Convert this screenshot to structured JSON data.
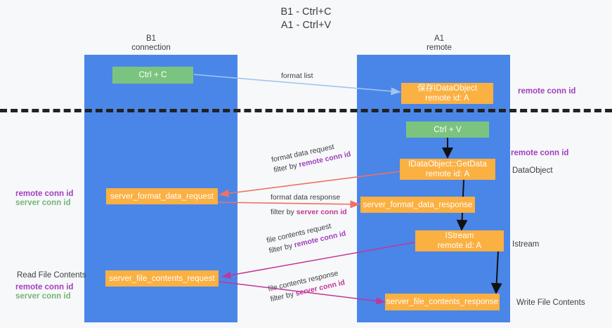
{
  "title": "B1 - Ctrl+C\nA1 - Ctrl+V",
  "columns": [
    {
      "name": "b1",
      "header": "B1\nconnection"
    },
    {
      "name": "a1",
      "header": "A1\nremote"
    }
  ],
  "nodes": {
    "ctrl_c": {
      "label": "Ctrl + C",
      "color": "#7bc47f"
    },
    "save_idataobject": {
      "label": "保存IDataObject\nremote id: A",
      "color": "#fbb042"
    },
    "ctrl_v": {
      "label": "Ctrl + V",
      "color": "#7bc47f"
    },
    "idataobject_getdata": {
      "label": "IDataObject::GetData\nremote id: A",
      "color": "#fbb042"
    },
    "server_format_data_request": {
      "label": "server_format_data_request",
      "color": "#fbb042"
    },
    "server_format_data_response": {
      "label": "server_format_data_response",
      "color": "#fbb042"
    },
    "istream": {
      "label": "IStream\nremote id: A",
      "color": "#fbb042"
    },
    "server_file_contents_request": {
      "label": "server_file_contents_request",
      "color": "#fbb042"
    },
    "server_file_contents_response": {
      "label": "server_file_contents_response",
      "color": "#fbb042"
    }
  },
  "edge_labels": {
    "format_list": "format list",
    "format_data_request_l1": "format data request",
    "format_data_request_l2_prefix": "filter by ",
    "format_data_request_l2_key": "remote conn id",
    "format_data_response_l1": "format data response",
    "format_data_response_l2_prefix": "filter by ",
    "format_data_response_l2_key": "server conn id",
    "file_contents_request_l1": "file contents request",
    "file_contents_request_l2_prefix": "filter by ",
    "file_contents_request_l2_key": "remote conn id",
    "file_contents_response_l1": "file contents response",
    "file_contents_response_l2_prefix": "filter by ",
    "file_contents_response_l2_key": "server conn id"
  },
  "annotations": {
    "right_remote_conn_id_top": "remote conn id",
    "right_remote_conn_id_mid": "remote conn id",
    "right_dataobject": "DataObject",
    "right_istream": "Istream",
    "right_write_file_contents": "Write File Contents",
    "left_remote_conn_id": "remote conn id",
    "left_server_conn_id": "server conn id",
    "left_read_file_contents": "Read File Contents",
    "left_remote_conn_id2": "remote conn id",
    "left_server_conn_id2": "server conn id"
  },
  "colors": {
    "lane": "#4a86e8",
    "green_node": "#7bc47f",
    "orange_node": "#fbb042",
    "purple": "#a23ec0",
    "green_text": "#76b47a",
    "magenta": "#c0379a",
    "arrow_blue": "#9fc5f0",
    "arrow_red": "#f07066",
    "arrow_black": "#111111",
    "background": "#f7f8f9"
  }
}
